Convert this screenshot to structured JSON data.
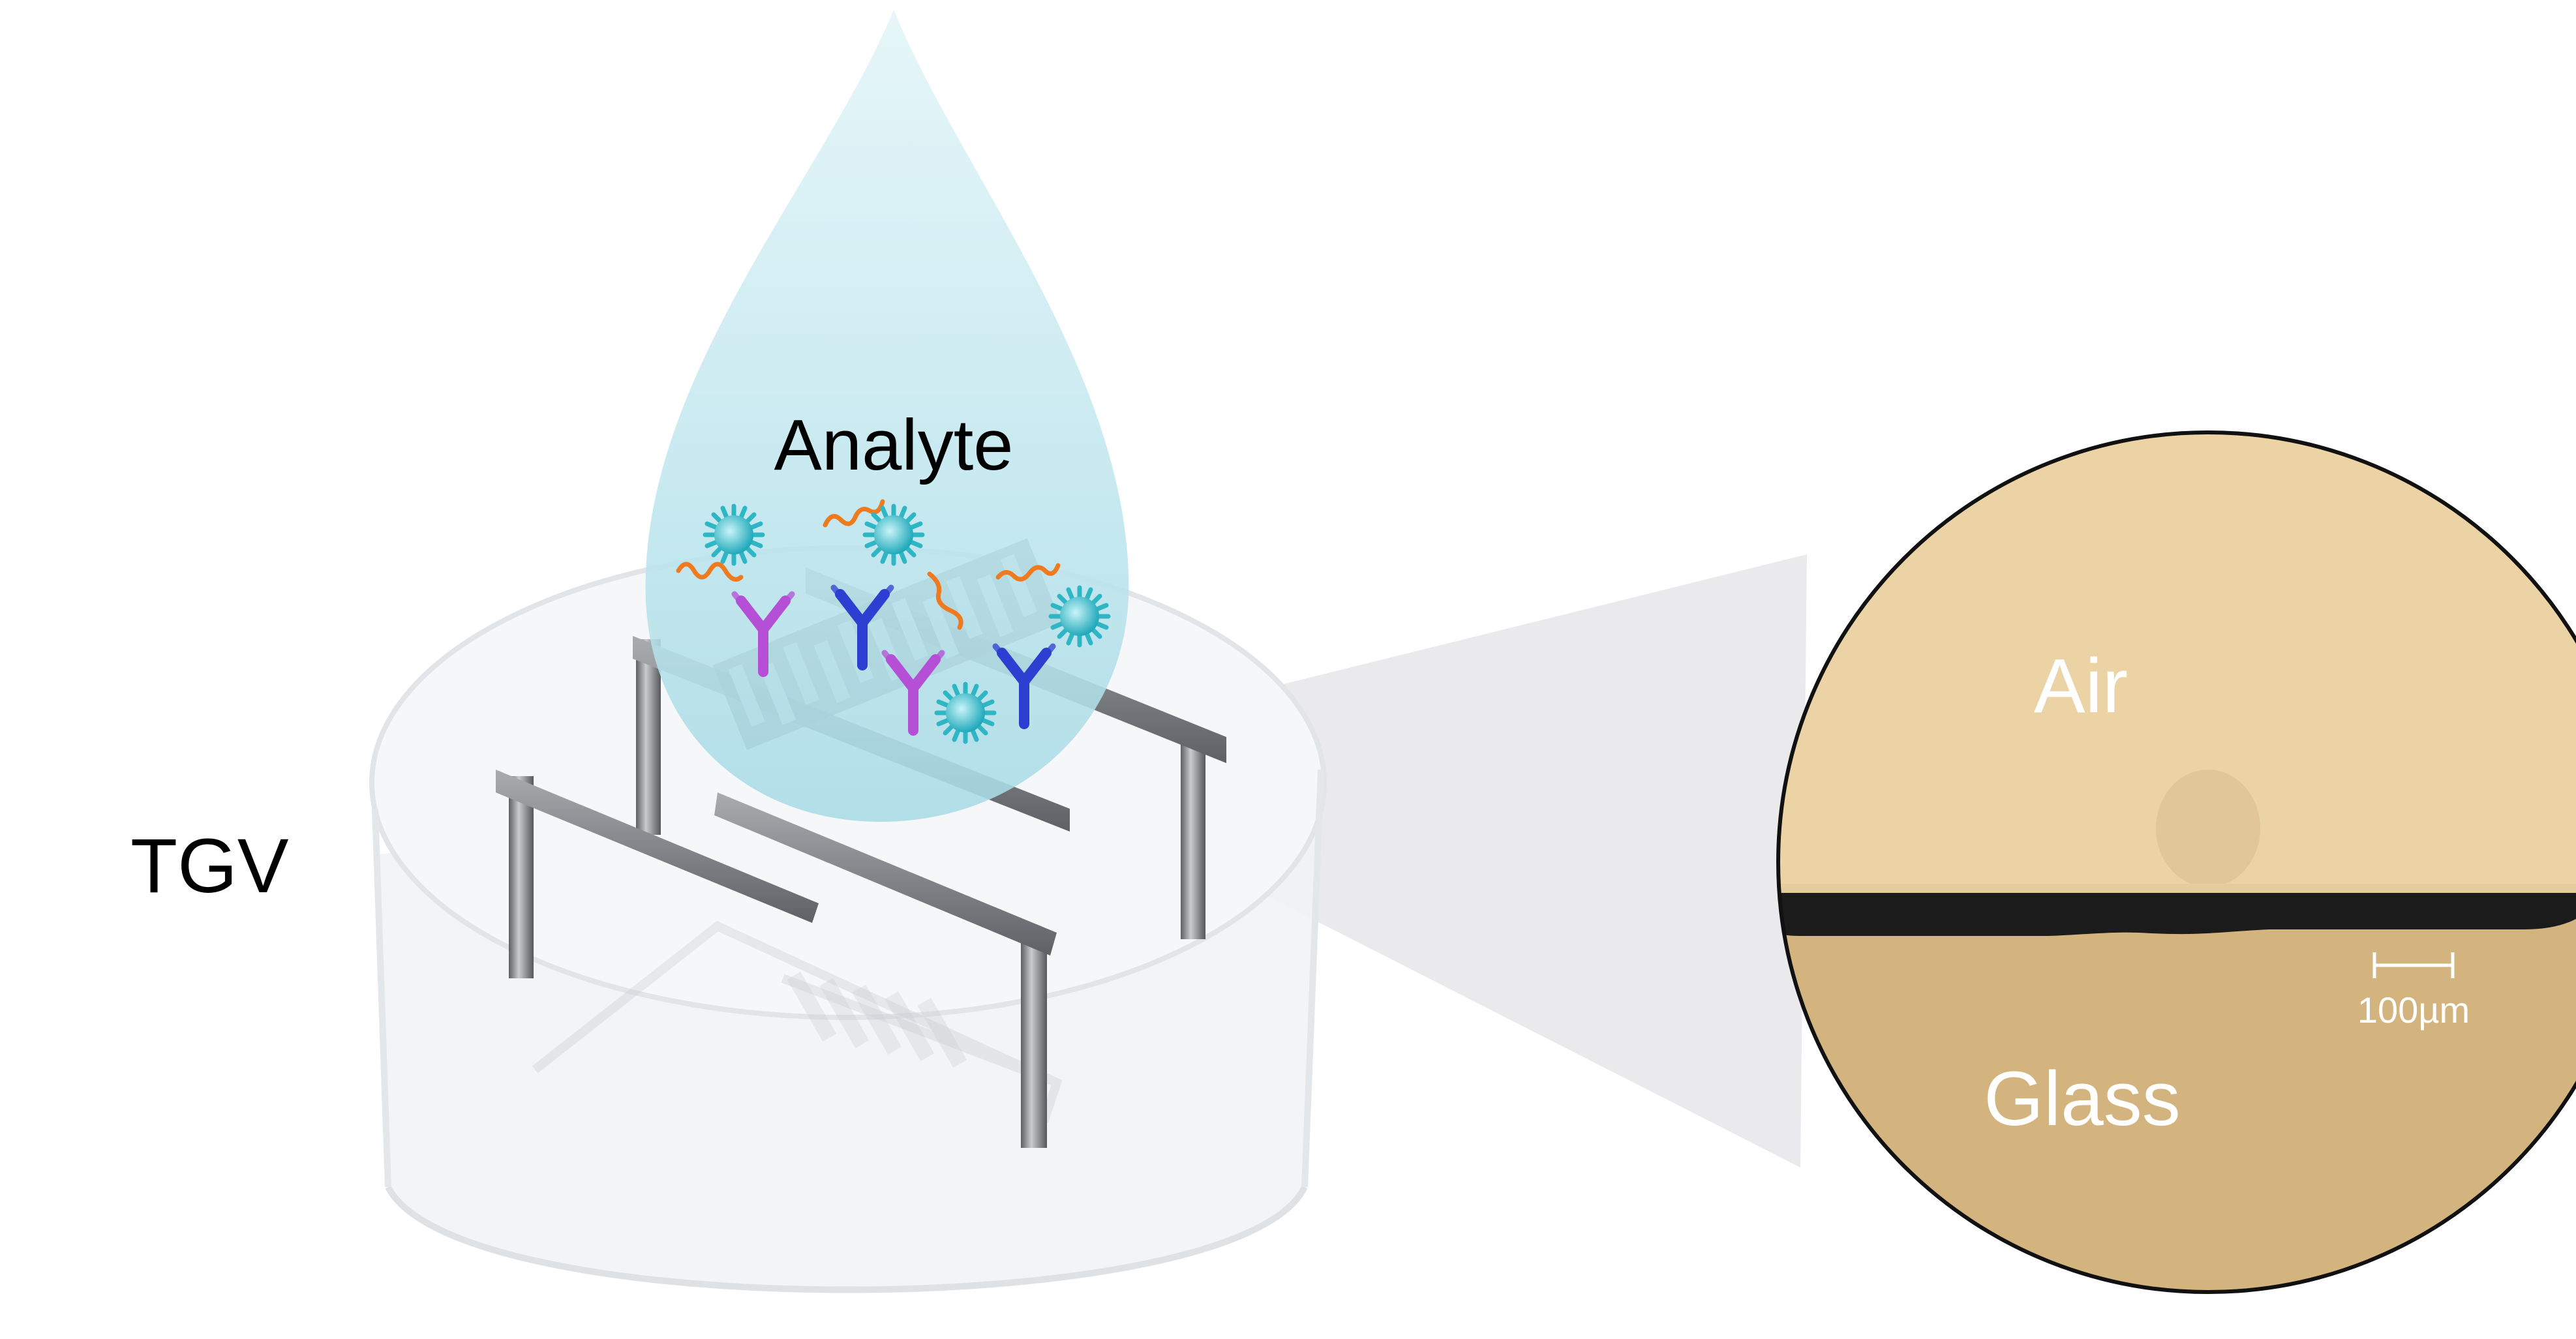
{
  "labels": {
    "analyte": "Analyte",
    "tgv": "TGV",
    "air": "Air",
    "glass": "Glass",
    "scale_bar": "100µm"
  },
  "colors": {
    "droplet": "#bfe7ee",
    "glass_cylinder": "#e9ecef",
    "metal": "#8a8d91",
    "microscope_light": "#e8d0a3",
    "microscope_dark": "#cfae75",
    "interface_line": "#1c1c1c",
    "virus": "#36c3cf",
    "antibody_purple": "#b44fd6",
    "antibody_blue": "#2d3fd1",
    "biomolecule_strand": "#f07a1e",
    "zoom_cone": "#e4e3e6"
  },
  "icons": {
    "virus": "spiky-virus-icon",
    "antibody": "y-shaped-antibody-icon",
    "strand": "wavy-strand-icon"
  }
}
